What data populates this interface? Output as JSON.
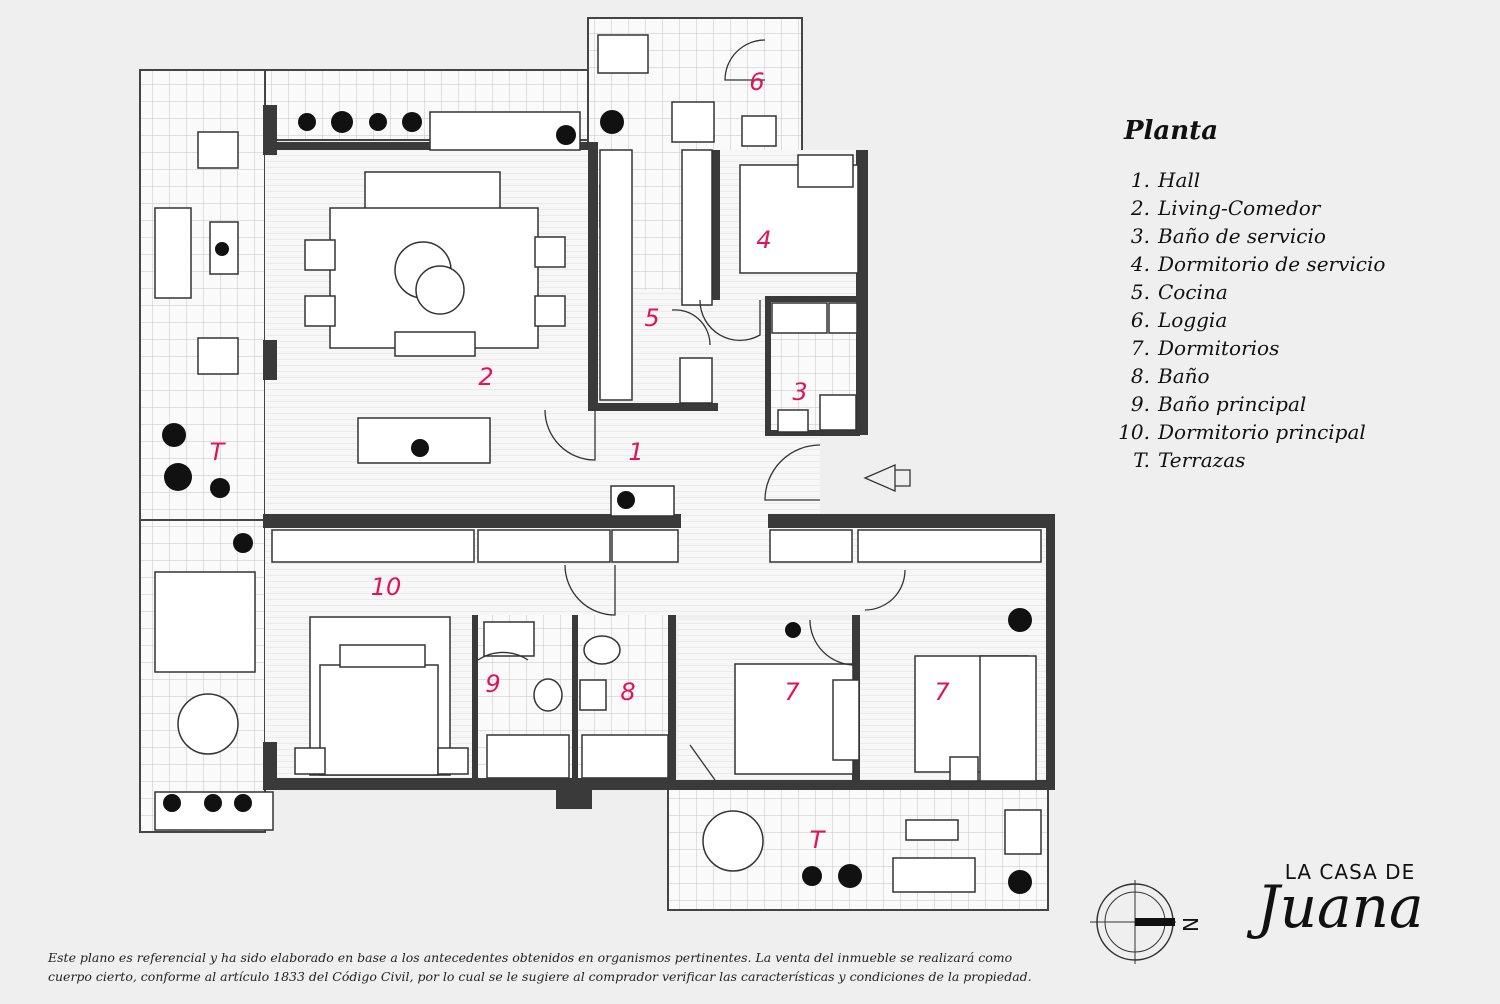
{
  "legend": {
    "title": "Planta",
    "items": [
      {
        "n": "1.",
        "label": "Hall"
      },
      {
        "n": "2.",
        "label": "Living-Comedor"
      },
      {
        "n": "3.",
        "label": "Baño de servicio"
      },
      {
        "n": "4.",
        "label": "Dormitorio de servicio"
      },
      {
        "n": "5.",
        "label": "Cocina"
      },
      {
        "n": "6.",
        "label": "Loggia"
      },
      {
        "n": "7.",
        "label": "Dormitorios"
      },
      {
        "n": "8.",
        "label": "Baño"
      },
      {
        "n": "9.",
        "label": "Baño principal"
      },
      {
        "n": "10.",
        "label": "Dormitorio principal"
      },
      {
        "n": "T.",
        "label": "Terrazas"
      }
    ]
  },
  "room_numbers": {
    "hall": "1",
    "living": "2",
    "service_bath": "3",
    "service_bedroom": "4",
    "kitchen": "5",
    "loggia": "6",
    "bedroom_a": "7",
    "bedroom_b": "7",
    "bath": "8",
    "main_bath": "9",
    "main_bedroom": "10",
    "terrace_west": "T",
    "terrace_south": "T"
  },
  "compass": {
    "label": "N"
  },
  "logo": {
    "top": "LA CASA DE",
    "script": "Juana"
  },
  "disclaimer": {
    "line1": "Este plano es referencial y ha sido elaborado en base a los antecedentes obtenidos en organismos pertinentes.  La venta del inmueble se realizará como",
    "line2": "cuerpo cierto, conforme al artículo 1833 del Código Civil, por lo cual se le sugiere al comprador verificar las características y condiciones de la propiedad."
  },
  "colors": {
    "room_number": "#e0125c",
    "wall": "#3a3a3a",
    "background": "#efefef"
  }
}
